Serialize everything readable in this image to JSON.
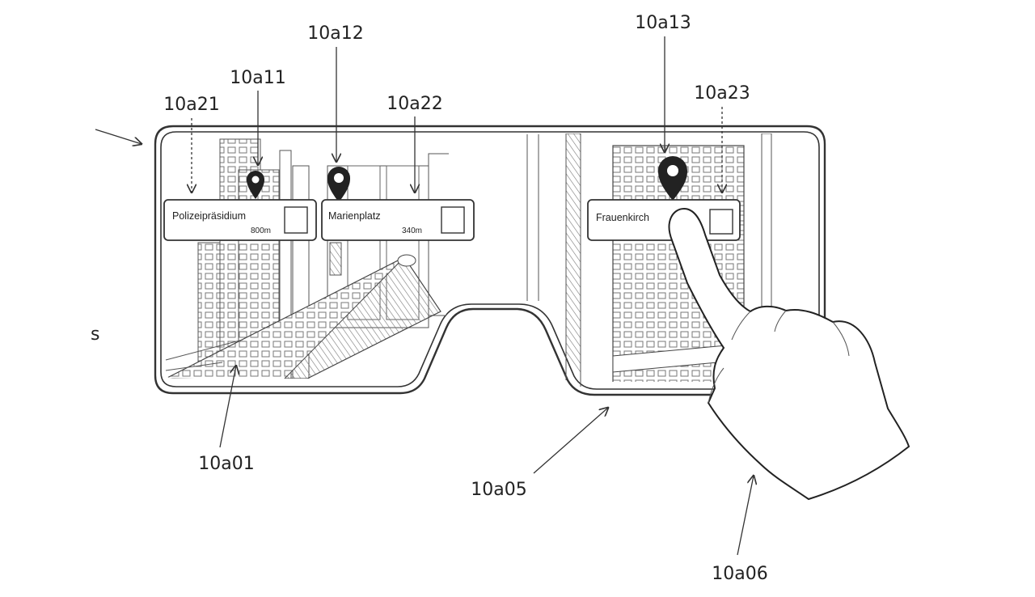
{
  "labels": {
    "lens_display": "10a01",
    "glasses_frame": "10a05",
    "hand": "10a06",
    "pin_1": "10a11",
    "pin_2": "10a12",
    "pin_3": "10a13",
    "card_1": "10a21",
    "card_2": "10a22",
    "card_3": "10a23",
    "edge_fragment": "s"
  },
  "cards": [
    {
      "title": "Polizeipräsidium",
      "distance": "800m"
    },
    {
      "title": "Marienplatz",
      "distance": "340m"
    },
    {
      "title": "Frauenkirch",
      "distance": ""
    }
  ]
}
